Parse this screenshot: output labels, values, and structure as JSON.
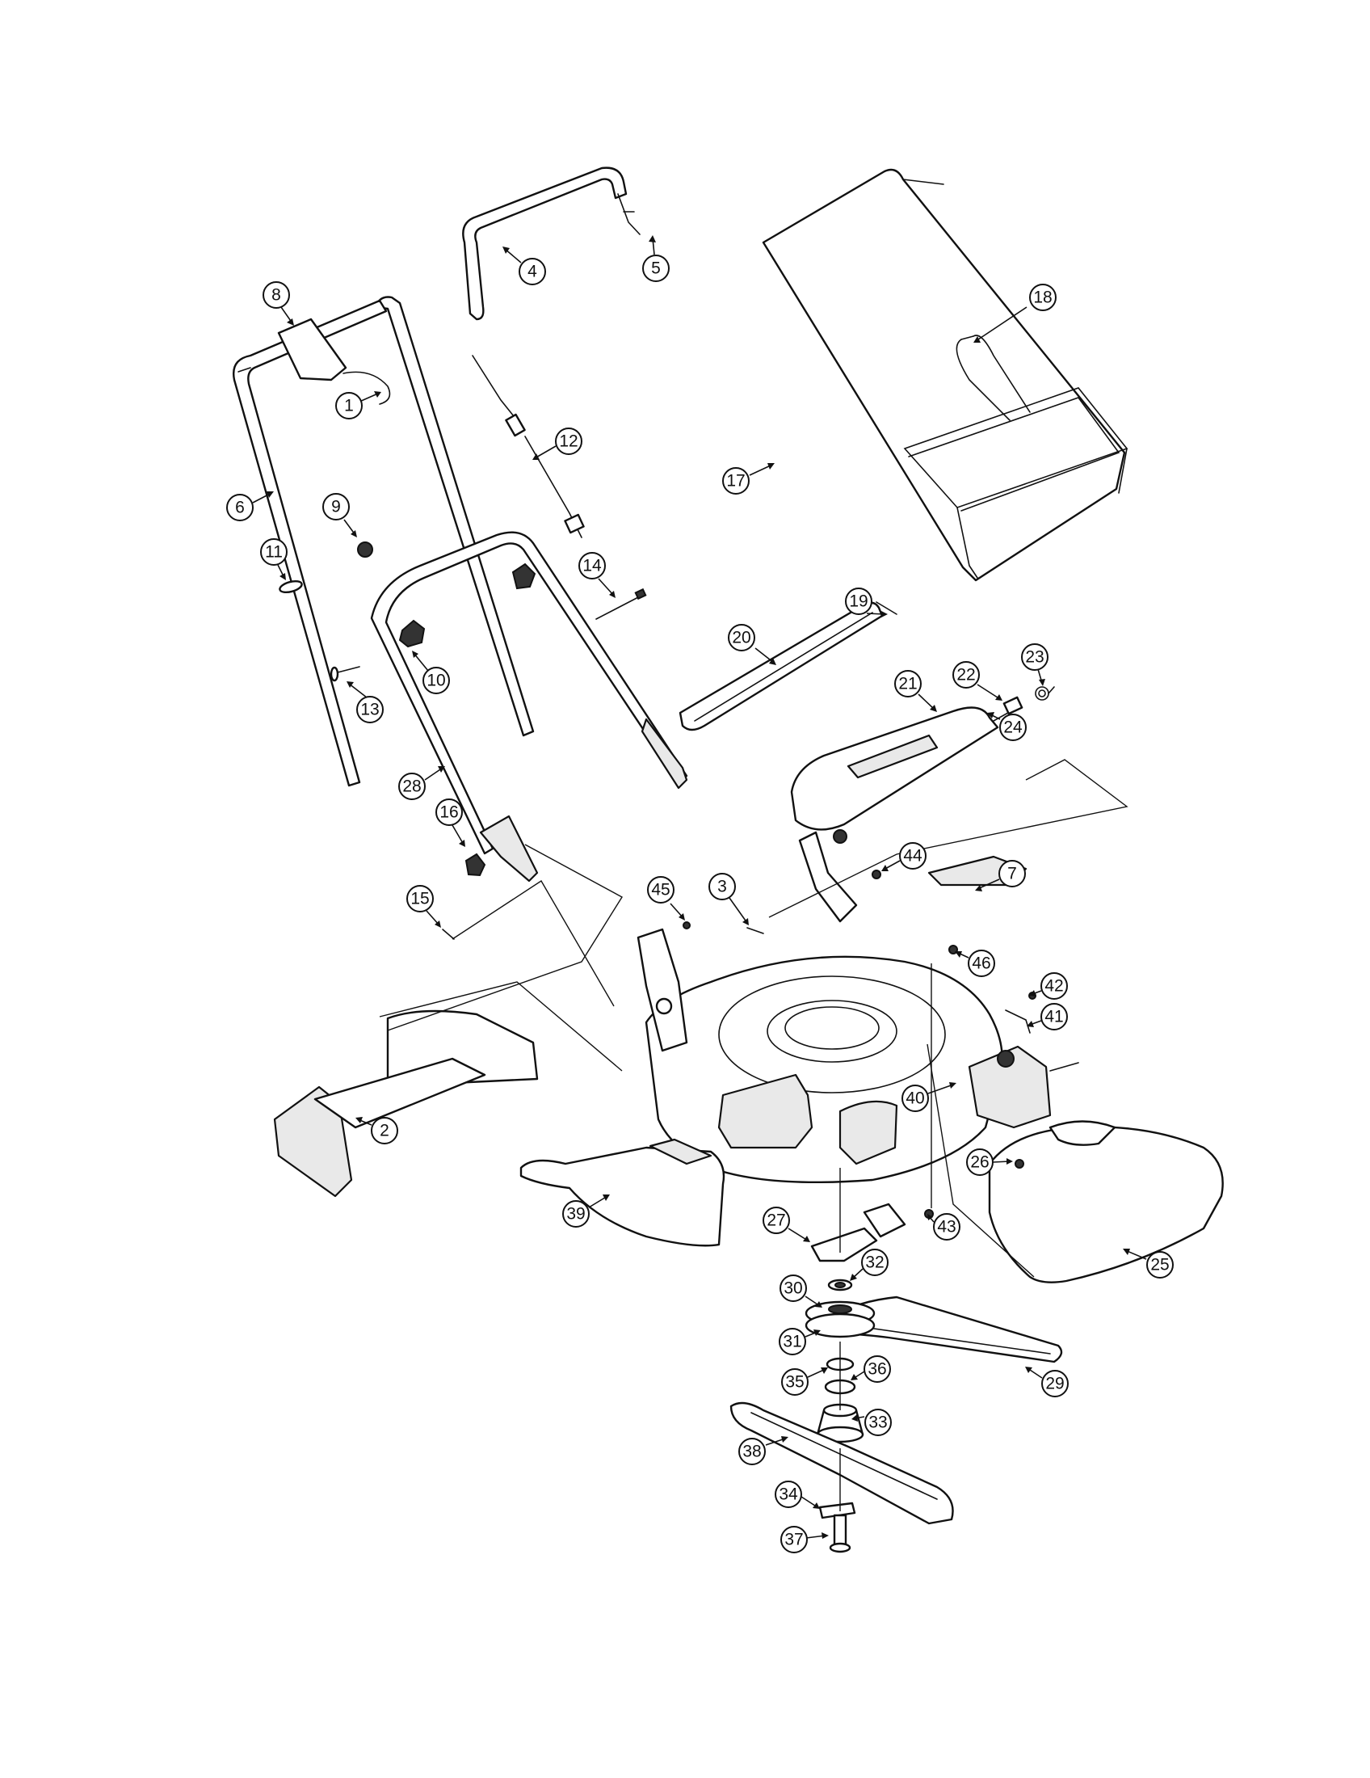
{
  "callouts": [
    {
      "label": "1"
    },
    {
      "label": "2"
    },
    {
      "label": "3"
    },
    {
      "label": "4"
    },
    {
      "label": "5"
    },
    {
      "label": "6"
    },
    {
      "label": "7"
    },
    {
      "label": "8"
    },
    {
      "label": "9"
    },
    {
      "label": "10"
    },
    {
      "label": "11"
    },
    {
      "label": "12"
    },
    {
      "label": "13"
    },
    {
      "label": "14"
    },
    {
      "label": "15"
    },
    {
      "label": "16"
    },
    {
      "label": "17"
    },
    {
      "label": "18"
    },
    {
      "label": "19"
    },
    {
      "label": "20"
    },
    {
      "label": "21"
    },
    {
      "label": "22"
    },
    {
      "label": "23"
    },
    {
      "label": "24"
    },
    {
      "label": "25"
    },
    {
      "label": "26"
    },
    {
      "label": "27"
    },
    {
      "label": "28"
    },
    {
      "label": "29"
    },
    {
      "label": "30"
    },
    {
      "label": "31"
    },
    {
      "label": "32"
    },
    {
      "label": "33"
    },
    {
      "label": "34"
    },
    {
      "label": "35"
    },
    {
      "label": "36"
    },
    {
      "label": "37"
    },
    {
      "label": "38"
    },
    {
      "label": "39"
    },
    {
      "label": "40"
    },
    {
      "label": "41"
    },
    {
      "label": "42"
    },
    {
      "label": "43"
    },
    {
      "label": "44"
    },
    {
      "label": "45"
    },
    {
      "label": "46"
    }
  ]
}
